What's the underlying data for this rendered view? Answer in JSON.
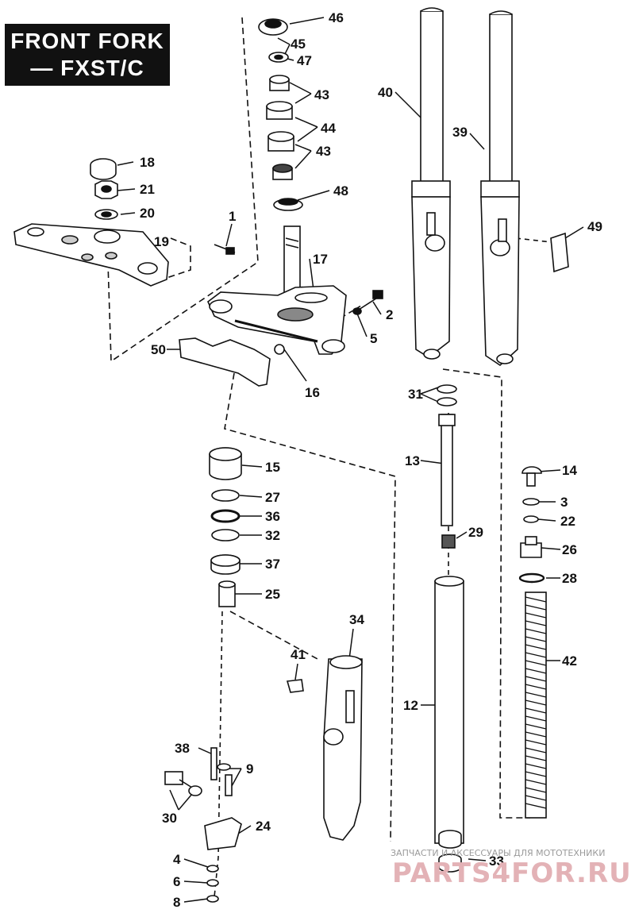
{
  "title": {
    "line1": "FRONT FORK",
    "line2": "— FXST/C"
  },
  "callouts": [
    "1",
    "2",
    "3",
    "4",
    "5",
    "6",
    "8",
    "9",
    "12",
    "13",
    "14",
    "15",
    "16",
    "17",
    "18",
    "19",
    "20",
    "21",
    "22",
    "24",
    "25",
    "26",
    "27",
    "28",
    "29",
    "30",
    "31",
    "32",
    "33",
    "34",
    "36",
    "37",
    "38",
    "39",
    "40",
    "41",
    "42",
    "43",
    "43",
    "44",
    "45",
    "46",
    "47",
    "48",
    "49",
    "50"
  ],
  "watermark": {
    "caption": "ЗАПЧАСТИ И АКСЕССУАРЫ ДЛЯ МОТОТЕХНИКИ",
    "brand": "PARTS4FOR.RU"
  },
  "colors": {
    "ink": "#111111",
    "paper": "#ffffff",
    "title_bg": "#111111",
    "watermark": "#e3b2b6"
  }
}
